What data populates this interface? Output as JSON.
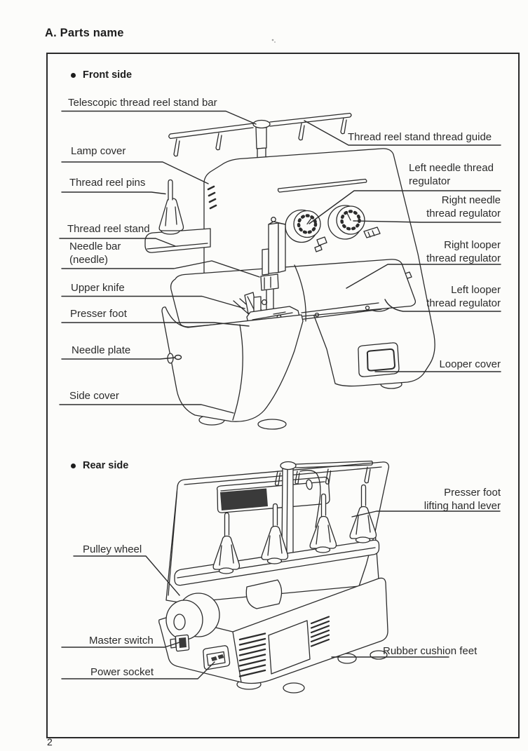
{
  "page": {
    "title": "A. Parts name",
    "page_number": "2"
  },
  "front_section": {
    "heading": "Front side",
    "labels": {
      "telescopic_bar": "Telescopic thread reel stand bar",
      "thread_guide": "Thread reel stand thread guide",
      "lamp_cover": "Lamp cover",
      "thread_reel_pins": "Thread reel pins",
      "left_needle_regulator": "Left needle thread regulator",
      "right_needle_regulator": "Right needle thread regulator",
      "thread_reel_stand": "Thread reel stand",
      "needle_bar": "Needle bar (needle)",
      "right_looper_regulator": "Right looper thread regulator",
      "upper_knife": "Upper knife",
      "left_looper_regulator": "Left looper thread regulator",
      "presser_foot": "Presser foot",
      "needle_plate": "Needle plate",
      "looper_cover": "Looper cover",
      "side_cover": "Side cover"
    }
  },
  "rear_section": {
    "heading": "Rear side",
    "labels": {
      "presser_foot_lifting_hand_lever": "Presser foot lifting hand lever",
      "pulley_wheel": "Pulley wheel",
      "master_switch": "Master switch",
      "power_socket": "Power socket",
      "rubber_cushion_feet": "Rubber cushion feet"
    }
  },
  "colors": {
    "ink": "#2c2c2c",
    "paper": "#fcfcfa"
  }
}
